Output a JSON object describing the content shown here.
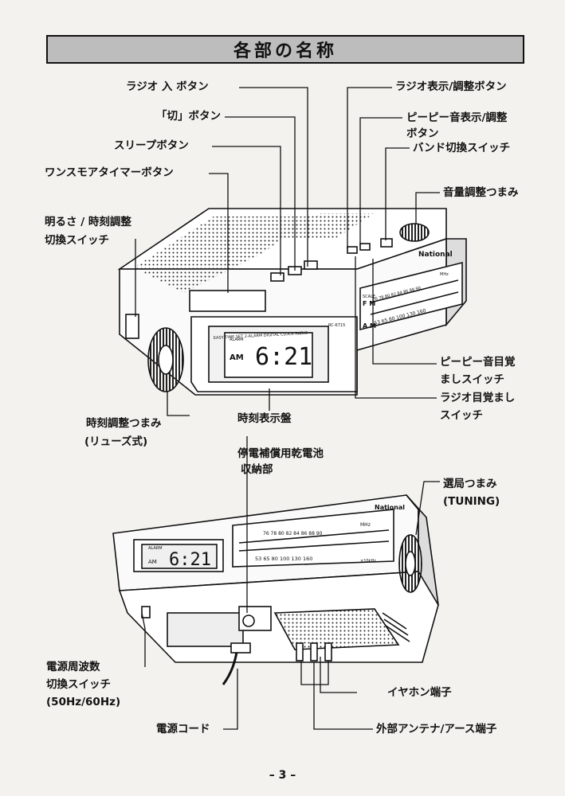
{
  "page": {
    "title": "各部の名称",
    "page_number": "– 3 –"
  },
  "device_top": {
    "brand": "National",
    "model_text": "EASY TIME SET 2-ALARM DIGITAL CLOCK RADIO",
    "model_no": "RC-6715",
    "clock_text": "6:21",
    "alarm_text": "ALARM",
    "am_text": "AM",
    "band_fm": "F M",
    "band_am": "A M",
    "scale_text": "SCALE",
    "mhz_text": "MHz",
    "fm_scale": "76 78 80 82 84 86 88 90",
    "am_scale": "53 65 80 100 130 160"
  },
  "device_bottom": {
    "brand": "National",
    "clock_text": "6:21",
    "alarm_text": "ALARM",
    "am_text": "AM",
    "fm_scale": "76 78 80 82 84 86 88 90",
    "am_scale": "53 65 80 100 130 160",
    "mhz_text": "MHz",
    "khz_text": "×10kHz"
  },
  "labels": {
    "radio_on_button": "ラジオ 入 ボタン",
    "off_button": "「切」ボタン",
    "sleep_button": "スリープボタン",
    "snooze_button": "ワンスモアタイマーボタン",
    "brightness_1": "明るさ / 時刻調整",
    "brightness_2": "切換スイッチ",
    "radio_display_button": "ラジオ表示/調整ボタン",
    "beep_display_1": "ピーピー音表示/調整",
    "beep_display_2": "ボタン",
    "band_switch": "バンド切換スイッチ",
    "volume_knob": "音量調整つまみ",
    "beep_alarm_1": "ピーピー音目覚",
    "beep_alarm_2": "ましスイッチ",
    "radio_alarm_1": "ラジオ目覚まし",
    "radio_alarm_2": "スイッチ",
    "time_knob_1": "時刻調整つまみ",
    "time_knob_2": "(リューズ式)",
    "time_display": "時刻表示盤",
    "battery_1": "停電補償用乾電池",
    "battery_2": "収納部",
    "tuning_1": "選局つまみ",
    "tuning_2": "(TUNING)",
    "freq_switch_1": "電源周波数",
    "freq_switch_2": "切換スイッチ",
    "freq_switch_3": "(50Hz/60Hz)",
    "earphone": "イヤホン端子",
    "power_cord": "電源コード",
    "antenna": "外部アンテナ/アース端子"
  }
}
